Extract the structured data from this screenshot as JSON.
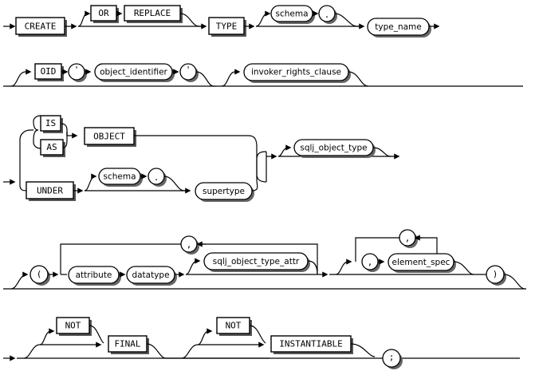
{
  "diagram": {
    "title": "create_type",
    "type": "railroad-syntax-diagram",
    "colors": {
      "line": "#000000",
      "background": "#ffffff",
      "box_fill": "#ffffff",
      "shadow": "#555555"
    },
    "rows": [
      {
        "id": "row-1",
        "nodes": [
          {
            "id": "create",
            "kind": "keyword",
            "label": "CREATE"
          },
          {
            "id": "or",
            "kind": "keyword",
            "label": "OR"
          },
          {
            "id": "replace",
            "kind": "keyword",
            "label": "REPLACE"
          },
          {
            "id": "type",
            "kind": "keyword",
            "label": "TYPE"
          },
          {
            "id": "schema1",
            "kind": "nonterminal",
            "label": "schema"
          },
          {
            "id": "dot1",
            "kind": "punctuation",
            "label": "."
          },
          {
            "id": "type_name",
            "kind": "nonterminal",
            "label": "type_name"
          }
        ]
      },
      {
        "id": "row-2",
        "nodes": [
          {
            "id": "oid",
            "kind": "keyword",
            "label": "OID"
          },
          {
            "id": "quote-open",
            "kind": "punctuation",
            "label": "'"
          },
          {
            "id": "object_identifier",
            "kind": "nonterminal",
            "label": "object_identifier"
          },
          {
            "id": "quote-close",
            "kind": "punctuation",
            "label": "'"
          },
          {
            "id": "invoker_rights",
            "kind": "nonterminal",
            "label": "invoker_rights_clause"
          }
        ]
      },
      {
        "id": "row-3",
        "nodes": [
          {
            "id": "is",
            "kind": "keyword",
            "label": "IS"
          },
          {
            "id": "as",
            "kind": "keyword",
            "label": "AS"
          },
          {
            "id": "object",
            "kind": "keyword",
            "label": "OBJECT"
          },
          {
            "id": "under",
            "kind": "keyword",
            "label": "UNDER"
          },
          {
            "id": "schema2",
            "kind": "nonterminal",
            "label": "schema"
          },
          {
            "id": "dot2",
            "kind": "punctuation",
            "label": "."
          },
          {
            "id": "supertype",
            "kind": "nonterminal",
            "label": "supertype"
          },
          {
            "id": "sqlj_object_type",
            "kind": "nonterminal",
            "label": "sqlj_object_type"
          }
        ]
      },
      {
        "id": "row-4",
        "nodes": [
          {
            "id": "lparen",
            "kind": "punctuation",
            "label": "("
          },
          {
            "id": "attribute",
            "kind": "nonterminal",
            "label": "attribute"
          },
          {
            "id": "datatype",
            "kind": "nonterminal",
            "label": "datatype"
          },
          {
            "id": "sqlj_object_type_attr",
            "kind": "nonterminal",
            "label": "sqlj_object_type_attr"
          },
          {
            "id": "comma-loop-1",
            "kind": "punctuation",
            "label": ","
          },
          {
            "id": "comma-sep",
            "kind": "punctuation",
            "label": ","
          },
          {
            "id": "element_spec",
            "kind": "nonterminal",
            "label": "element_spec"
          },
          {
            "id": "comma-loop-2",
            "kind": "punctuation",
            "label": ","
          },
          {
            "id": "rparen",
            "kind": "punctuation",
            "label": ")"
          }
        ]
      },
      {
        "id": "row-5",
        "nodes": [
          {
            "id": "not1",
            "kind": "keyword",
            "label": "NOT"
          },
          {
            "id": "final",
            "kind": "keyword",
            "label": "FINAL"
          },
          {
            "id": "not2",
            "kind": "keyword",
            "label": "NOT"
          },
          {
            "id": "instantiable",
            "kind": "keyword",
            "label": "INSTANTIABLE"
          },
          {
            "id": "semicolon",
            "kind": "punctuation",
            "label": ";"
          }
        ]
      }
    ]
  }
}
